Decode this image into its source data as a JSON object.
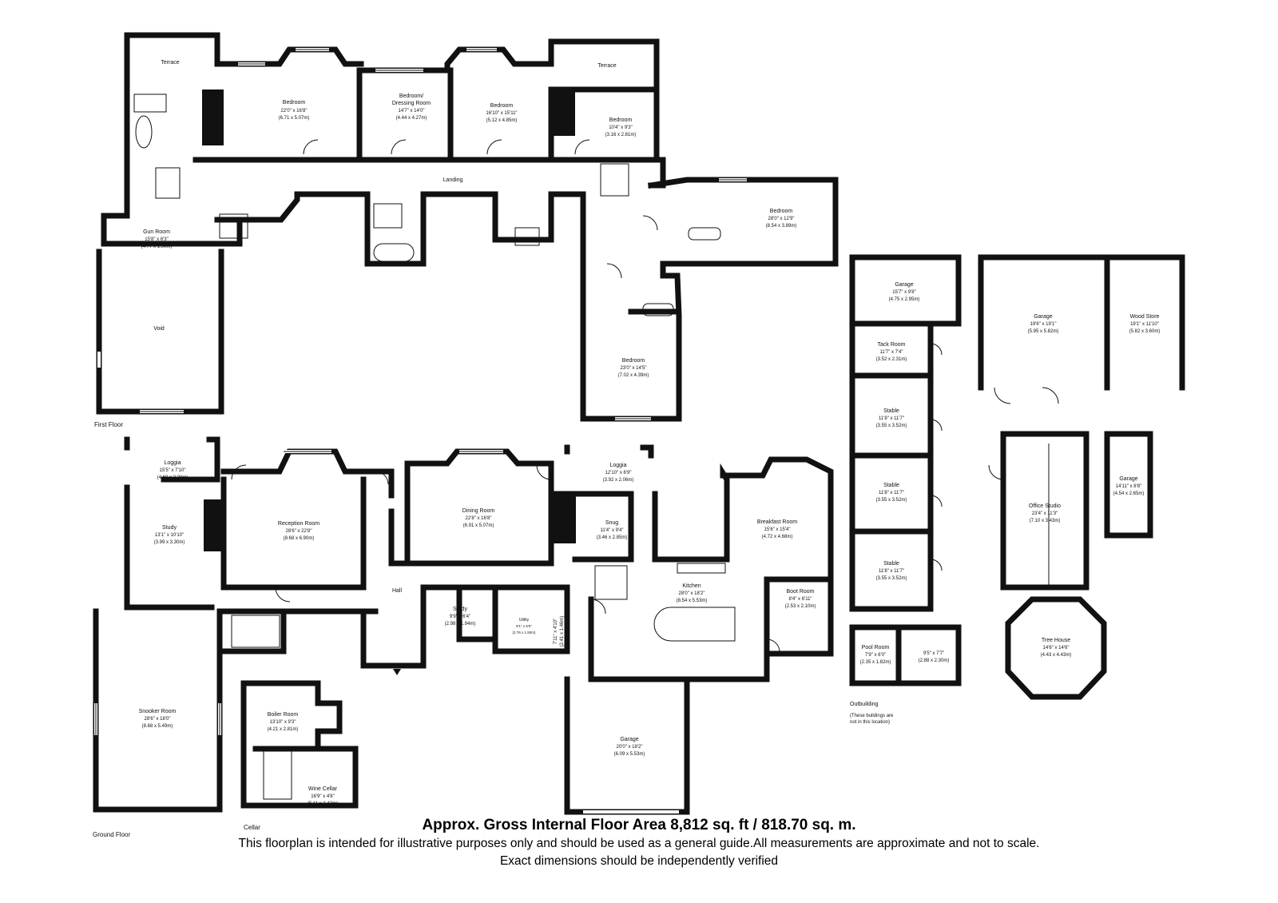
{
  "floors": {
    "first": "First Floor",
    "ground": "Ground Floor",
    "cellar": "Cellar",
    "outbuilding": "Outbuilding",
    "outbuilding_note": [
      "(These buildings are",
      "not in this location)"
    ]
  },
  "rooms": {
    "terrace_left": {
      "name": "Terrace"
    },
    "terrace_right": {
      "name": "Terrace"
    },
    "bedroom_main": {
      "name": "Bedroom",
      "imperial": "22'0\" x 16'8\"",
      "metric": "(6.71 x 5.07m)"
    },
    "bedroom_dressing": {
      "name": "Bedroom/",
      "name2": "Dressing Room",
      "imperial": "14'7\" x 14'0\"",
      "metric": "(4.44 x 4.27m)"
    },
    "bedroom_3": {
      "name": "Bedroom",
      "imperial": "16'10\" x 15'11\"",
      "metric": "(5.12 x 4.85m)"
    },
    "bedroom_4": {
      "name": "Bedroom",
      "imperial": "10'4\" x 9'3\"",
      "metric": "(3.16 x 2.81m)"
    },
    "landing": {
      "name": "Landing"
    },
    "bedroom_east": {
      "name": "Bedroom",
      "imperial": "28'0\" x 12'9\"",
      "metric": "(8.54 x 3.89m)"
    },
    "gun_room": {
      "name": "Gun Room",
      "imperial": "15'8\" x 6'3\"",
      "metric": "(4.77 x 1.90m)"
    },
    "void": {
      "name": "Void"
    },
    "bedroom_south": {
      "name": "Bedroom",
      "imperial": "23'0\" x 14'5\"",
      "metric": "(7.02 x 4.39m)"
    },
    "loggia_left": {
      "name": "Loggia",
      "imperial": "15'5\" x 7'10\"",
      "metric": "(4.69 x 2.38m)"
    },
    "study_left": {
      "name": "Study",
      "imperial": "13'1\" x 10'10\"",
      "metric": "(3.99 x 3.30m)"
    },
    "reception": {
      "name": "Reception Room",
      "imperial": "28'6\" x 22'8\"",
      "metric": "(8.68 x 6.90m)"
    },
    "dining": {
      "name": "Dining Room",
      "imperial": "22'8\" x 16'8\"",
      "metric": "(6.91 x 5.07m)"
    },
    "loggia_right": {
      "name": "Loggia",
      "imperial": "12'10\" x 6'9\"",
      "metric": "(3.92 x 2.06m)"
    },
    "snug": {
      "name": "Snug",
      "imperial": "11'4\" x 9'4\"",
      "metric": "(3.46 x 2.85m)"
    },
    "breakfast": {
      "name": "Breakfast Room",
      "imperial": "15'6\" x 15'4\"",
      "metric": "(4.72 x 4.68m)"
    },
    "hall": {
      "name": "Hall"
    },
    "study_mid": {
      "name": "Study",
      "imperial": "9'9\" x 6'4\"",
      "metric": "(2.98 x 1.94m)"
    },
    "utility": {
      "name": "Utility",
      "imperial": "9'1\" x 6'0\"",
      "metric": "(2.76 x 1.82m)"
    },
    "small_room": {
      "imperial": "7'11\" x 4'10\"",
      "metric": "(2.41 x 1.46m)"
    },
    "kitchen": {
      "name": "Kitchen",
      "imperial": "28'0\" x 18'2\"",
      "metric": "(8.54 x 5.53m)"
    },
    "boot_room": {
      "name": "Boot Room",
      "imperial": "8'4\" x 6'11\"",
      "metric": "(2.53 x 2.10m)"
    },
    "snooker": {
      "name": "Snooker Room",
      "imperial": "28'6\" x 18'0\"",
      "metric": "(8.68 x 5.49m)"
    },
    "boiler": {
      "name": "Boiler Room",
      "imperial": "13'10\" x 9'3\"",
      "metric": "(4.21 x 2.81m)"
    },
    "wine_cellar": {
      "name": "Wine Cellar",
      "imperial": "16'9\" x 4'8\"",
      "metric": "(5.11 x 1.42m)"
    },
    "garage_main": {
      "name": "Garage",
      "imperial": "20'0\" x 18'2\"",
      "metric": "(6.09 x 5.53m)"
    },
    "garage_out1": {
      "name": "Garage",
      "imperial": "15'7\" x 9'8\"",
      "metric": "(4.75 x 2.95m)"
    },
    "tack_room": {
      "name": "Tack Room",
      "imperial": "11'7\" x 7'4\"",
      "metric": "(3.52 x 2.31m)"
    },
    "stable_1": {
      "name": "Stable",
      "imperial": "11'8\" x 11'7\"",
      "metric": "(3.55 x 3.52m)"
    },
    "stable_2": {
      "name": "Stable",
      "imperial": "11'8\" x 11'7\"",
      "metric": "(3.55 x 3.52m)"
    },
    "stable_3": {
      "name": "Stable",
      "imperial": "11'8\" x 11'7\"",
      "metric": "(3.55 x 3.52m)"
    },
    "garage_out2": {
      "name": "Garage",
      "imperial": "19'6\" x 19'1\"",
      "metric": "(5.95 x 5.82m)"
    },
    "wood_store": {
      "name": "Wood Store",
      "imperial": "19'1\" x 11'10\"",
      "metric": "(5.82 x 3.60m)"
    },
    "office_studio": {
      "name": "Office Studio",
      "imperial": "23'4\" x 11'3\"",
      "metric": "(7.10 x 3.43m)"
    },
    "garage_out3": {
      "name": "Garage",
      "imperial": "14'11\" x 8'8\"",
      "metric": "(4.54 x 2.65m)"
    },
    "tree_house": {
      "name": "Tree House",
      "imperial": "14'6\" x 14'6\"",
      "metric": "(4.43 x 4.43m)"
    },
    "pool_room": {
      "name": "Pool Room",
      "imperial": "7'9\" x 6'0\"",
      "metric": "(2.35 x 1.82m)"
    },
    "out_room": {
      "imperial": "9'5\" x 7'7\"",
      "metric": "(2.88 x 2.30m)"
    }
  },
  "footer": {
    "area": "Approx. Gross Internal Floor Area 8,812 sq. ft / 818.70 sq. m.",
    "disclaimer": "This floorplan is intended for illustrative purposes only and should be used as a general guide.All measurements are approximate and not to scale.",
    "exact": "Exact dimensions should be independently verified"
  }
}
